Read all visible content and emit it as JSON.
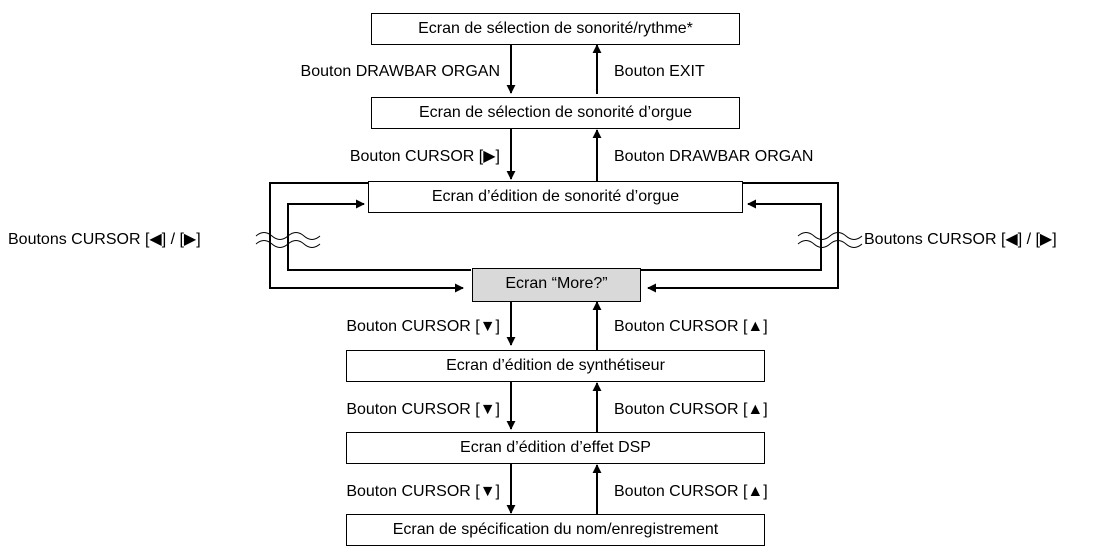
{
  "screens": {
    "select_tone_rhythm": "Ecran de sélection de sonorité/rythme*",
    "select_organ_tone": "Ecran de sélection de sonorité d’orgue",
    "edit_organ_tone": "Ecran d’édition de sonorité d’orgue",
    "more": "Ecran “More?”",
    "edit_synth": "Ecran d’édition de synthétiseur",
    "edit_dsp": "Ecran d’édition d’effet DSP",
    "name_save": "Ecran de spécification du nom/enregistrement"
  },
  "labels": {
    "drawbar_organ_down": "Bouton DRAWBAR ORGAN",
    "exit_up": "Bouton EXIT",
    "cursor_right_down": "Bouton CURSOR [▶]",
    "drawbar_organ_up": "Bouton DRAWBAR ORGAN",
    "left_right_left": "Boutons CURSOR [◀] / [▶]",
    "left_right_right": "Boutons CURSOR [◀] / [▶]",
    "down_1": "Bouton CURSOR [▼]",
    "up_1": "Bouton CURSOR [▲]",
    "down_2": "Bouton CURSOR [▼]",
    "up_2": "Bouton CURSOR [▲]",
    "down_3": "Bouton CURSOR [▼]",
    "up_3": "Bouton CURSOR [▲]"
  }
}
